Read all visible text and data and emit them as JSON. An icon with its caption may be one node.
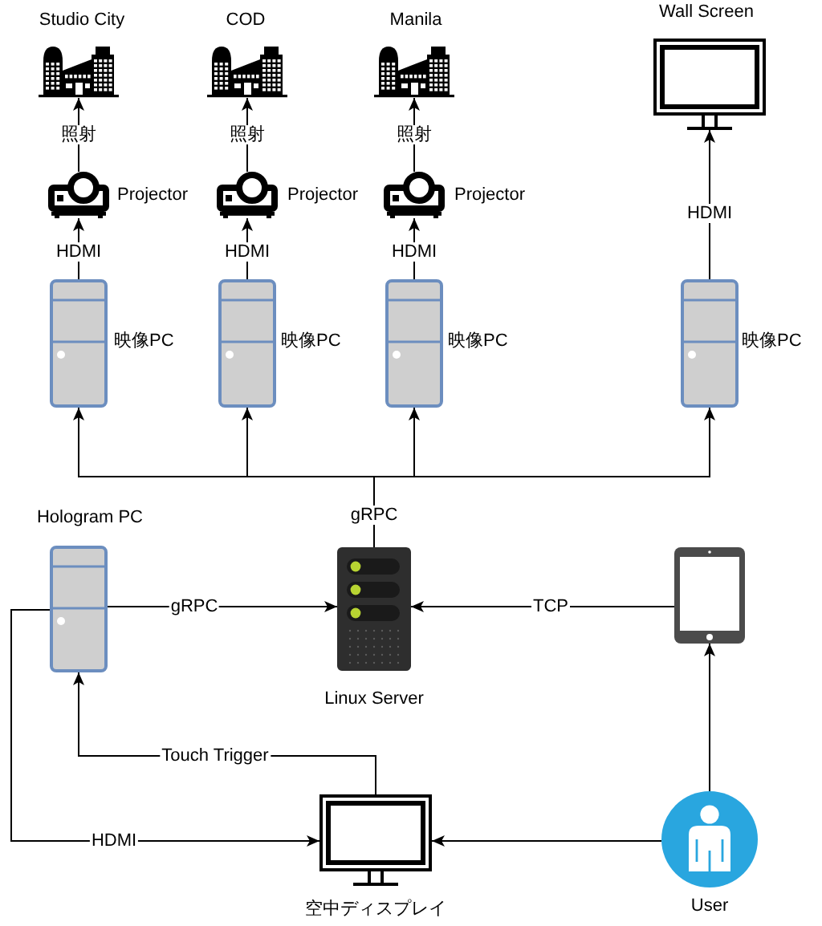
{
  "diagram": {
    "nodes": [
      {
        "text": [
          "Studio City"
        ]
      },
      {
        "text": [
          "COD"
        ]
      },
      {
        "text": [
          "Manila"
        ]
      },
      {
        "text": [
          "Wall Screen"
        ]
      },
      {
        "text": [
          "Projector"
        ]
      },
      {
        "text": [
          "Projector"
        ]
      },
      {
        "text": [
          "Projector"
        ]
      },
      {
        "text": [
          "映像PC"
        ]
      },
      {
        "text": [
          "映像PC"
        ]
      },
      {
        "text": [
          "映像PC"
        ]
      },
      {
        "text": [
          "映像PC"
        ]
      },
      {
        "text": [
          "Hologram PC"
        ]
      },
      {
        "text": [
          "Linux Server"
        ]
      },
      {
        "text": [],
        "shape": "picture"
      },
      {
        "text": [
          "空中ディスプレイ"
        ]
      },
      {
        "text": [
          "User"
        ]
      }
    ],
    "edges": [
      {
        "from": 4,
        "to": 0,
        "arrow": "to",
        "label": "照射"
      },
      {
        "from": 5,
        "to": 1,
        "arrow": "to",
        "label": "照射"
      },
      {
        "from": 6,
        "to": 2,
        "arrow": "to",
        "label": "照射"
      },
      {
        "from": 7,
        "to": 4,
        "arrow": "to",
        "label": "HDMI"
      },
      {
        "from": 8,
        "to": 5,
        "arrow": "to",
        "label": "HDMI"
      },
      {
        "from": 9,
        "to": 6,
        "arrow": "to",
        "label": "HDMI"
      },
      {
        "from": 10,
        "to": 3,
        "arrow": "to",
        "label": "HDMI"
      },
      {
        "from": 12,
        "to": 7,
        "arrow": "to",
        "label": "gRPC"
      },
      {
        "from": 12,
        "to": 8,
        "arrow": "to"
      },
      {
        "from": 12,
        "to": 9,
        "arrow": "to"
      },
      {
        "from": 12,
        "to": 10,
        "arrow": "to"
      },
      {
        "from": 11,
        "to": 12,
        "arrow": "to",
        "label": "gRPC"
      },
      {
        "from": 13,
        "to": 12,
        "arrow": "to",
        "label": "TCP"
      },
      {
        "from": 11,
        "to": 14,
        "arrow": "to",
        "label": "HDMI"
      },
      {
        "from": 14,
        "to": 11,
        "arrow": "to",
        "label": "Touch Trigger"
      },
      {
        "from": 15,
        "to": 13,
        "arrow": "to"
      },
      {
        "from": 15,
        "to": 14,
        "arrow": "to"
      }
    ]
  }
}
